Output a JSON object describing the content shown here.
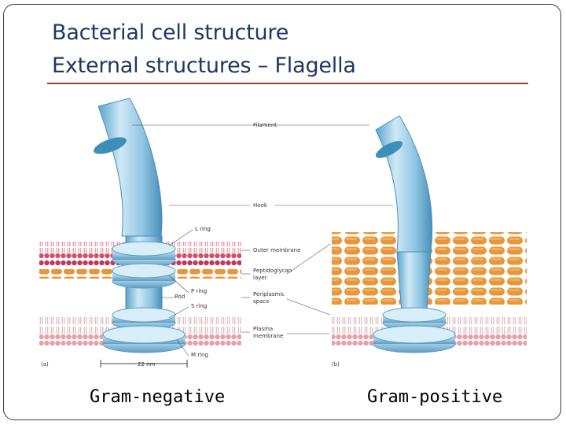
{
  "slide": {
    "title_line1": "Bacterial cell structure",
    "title_line2": "External structures – Flagella"
  },
  "diagram": {
    "labels": {
      "filament": "Filament",
      "hook": "Hook",
      "l_ring": "L ring",
      "outer_membrane": "Outer membrane",
      "peptidoglycan": "Peptidoglycan",
      "layer": "layer",
      "p_ring": "P ring",
      "rod": "Rod",
      "s_ring": "S ring",
      "periplasmic": "Periplasmic",
      "space": "space",
      "plasma": "Plasma",
      "membrane": "membrane",
      "m_ring": "M ring",
      "scale": "22 nm",
      "panel_a": "(a)",
      "panel_b": "(b)"
    }
  },
  "captions": {
    "left": "Gram-negative",
    "right": "Gram-positive"
  },
  "colors": {
    "title": "#1f3864",
    "rule": "#a0402a",
    "outer_membrane": "#c0385a",
    "peptidoglycan": "#e8963a",
    "plasma_membrane": "#e8a0a8",
    "flagellum": "#8ec5e3"
  }
}
